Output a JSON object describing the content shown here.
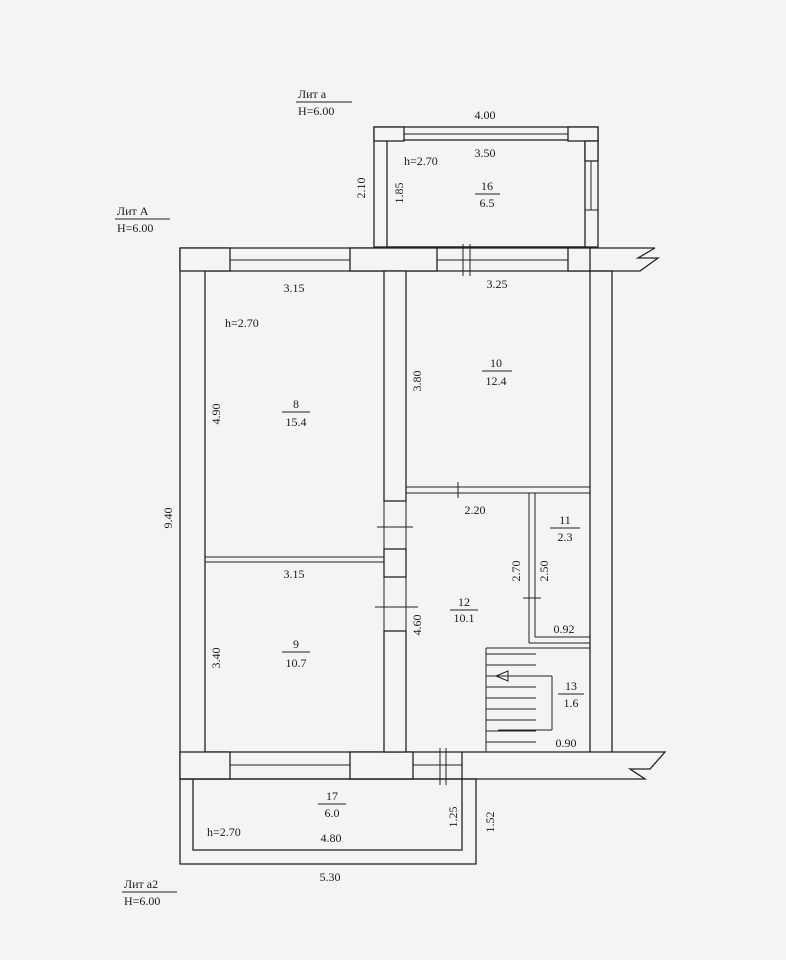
{
  "liters": {
    "lit_a": {
      "name": "Лит а",
      "height": "H=6.00"
    },
    "lit_A": {
      "name": "Лит А",
      "height": "H=6.00"
    },
    "lit_a2": {
      "name": "Лит а2",
      "height": "H=6.00"
    }
  },
  "ceiling_heights": {
    "h_top": "h=2.70",
    "h_left": "h=2.70",
    "h_bottom": "h=2.70"
  },
  "rooms": [
    {
      "id": "16",
      "number": "16",
      "area": "6.5"
    },
    {
      "id": "10",
      "number": "10",
      "area": "12.4"
    },
    {
      "id": "8",
      "number": "8",
      "area": "15.4"
    },
    {
      "id": "11",
      "number": "11",
      "area": "2.3"
    },
    {
      "id": "12",
      "number": "12",
      "area": "10.1"
    },
    {
      "id": "9",
      "number": "9",
      "area": "10.7"
    },
    {
      "id": "13",
      "number": "13",
      "area": "1.6"
    },
    {
      "id": "17",
      "number": "17",
      "area": "6.0"
    }
  ],
  "dimensions": {
    "d_4_00": "4.00",
    "d_3_50": "3.50",
    "d_2_10": "2.10",
    "d_1_85": "1.85",
    "d_3_15_top": "3.15",
    "d_3_25": "3.25",
    "d_3_80": "3.80",
    "d_4_90": "4.90",
    "d_9_40": "9.40",
    "d_2_20": "2.20",
    "d_3_15_mid": "3.15",
    "d_2_70": "2.70",
    "d_2_50": "2.50",
    "d_4_60": "4.60",
    "d_0_92": "0.92",
    "d_3_40": "3.40",
    "d_0_90": "0.90",
    "d_1_25": "1.25",
    "d_1_52": "1.52",
    "d_4_80": "4.80",
    "d_5_30": "5.30"
  }
}
